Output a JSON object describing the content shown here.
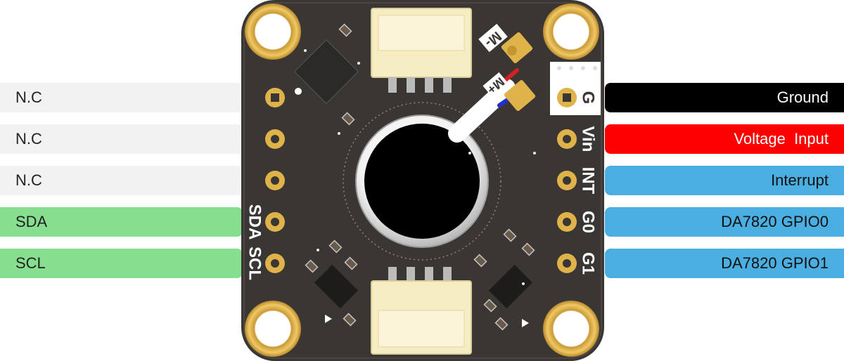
{
  "left_pins": [
    {
      "label": "N.C",
      "style": "nc"
    },
    {
      "label": "N.C",
      "style": "nc"
    },
    {
      "label": "N.C",
      "style": "nc"
    },
    {
      "label": "SDA",
      "style": "green"
    },
    {
      "label": "SCL",
      "style": "green"
    }
  ],
  "right_pins": [
    {
      "label": "Ground",
      "style": "black"
    },
    {
      "label": "Voltage  Input",
      "style": "red"
    },
    {
      "label": "Interrupt",
      "style": "blue"
    },
    {
      "label": "DA7820 GPIO0",
      "style": "blue"
    },
    {
      "label": "DA7820 GPIO1",
      "style": "blue"
    }
  ],
  "board": {
    "left_silkscreen": [
      "SDA",
      "SCL"
    ],
    "right_silkscreen": [
      "G",
      "Vin",
      "INT",
      "G0",
      "G1"
    ],
    "motor_marks": [
      "M-",
      "M+"
    ]
  },
  "colors": {
    "pcb": "#3a3634",
    "gold": "#e0b24a",
    "connector": "#f7edc3",
    "ground": "#000000",
    "voltage": "#ff0000",
    "signal": "#4aaee0",
    "i2c": "#86df8f",
    "unused": "#f2f2f2"
  }
}
